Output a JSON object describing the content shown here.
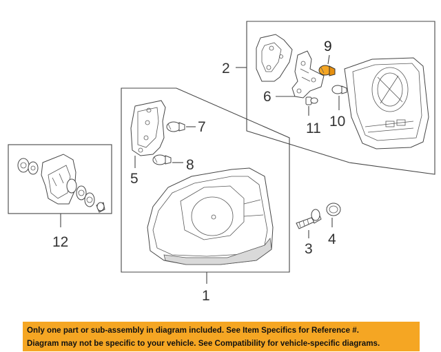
{
  "diagram": {
    "callouts": {
      "c1": "1",
      "c2": "2",
      "c3": "3",
      "c4": "4",
      "c5": "5",
      "c6": "6",
      "c7": "7",
      "c8": "8",
      "c9": "9",
      "c10": "10",
      "c11": "11",
      "c12": "12"
    },
    "highlight_color": "#f5a623",
    "highlighted_part": "9"
  },
  "disclaimer": {
    "line1": "Only one part or sub-assembly in diagram included. See Item Specifics for Reference #.",
    "line2": "Diagram may not be specific to your vehicle. See Compatibility for vehicle-specific diagrams.",
    "background": "#f5a623"
  }
}
